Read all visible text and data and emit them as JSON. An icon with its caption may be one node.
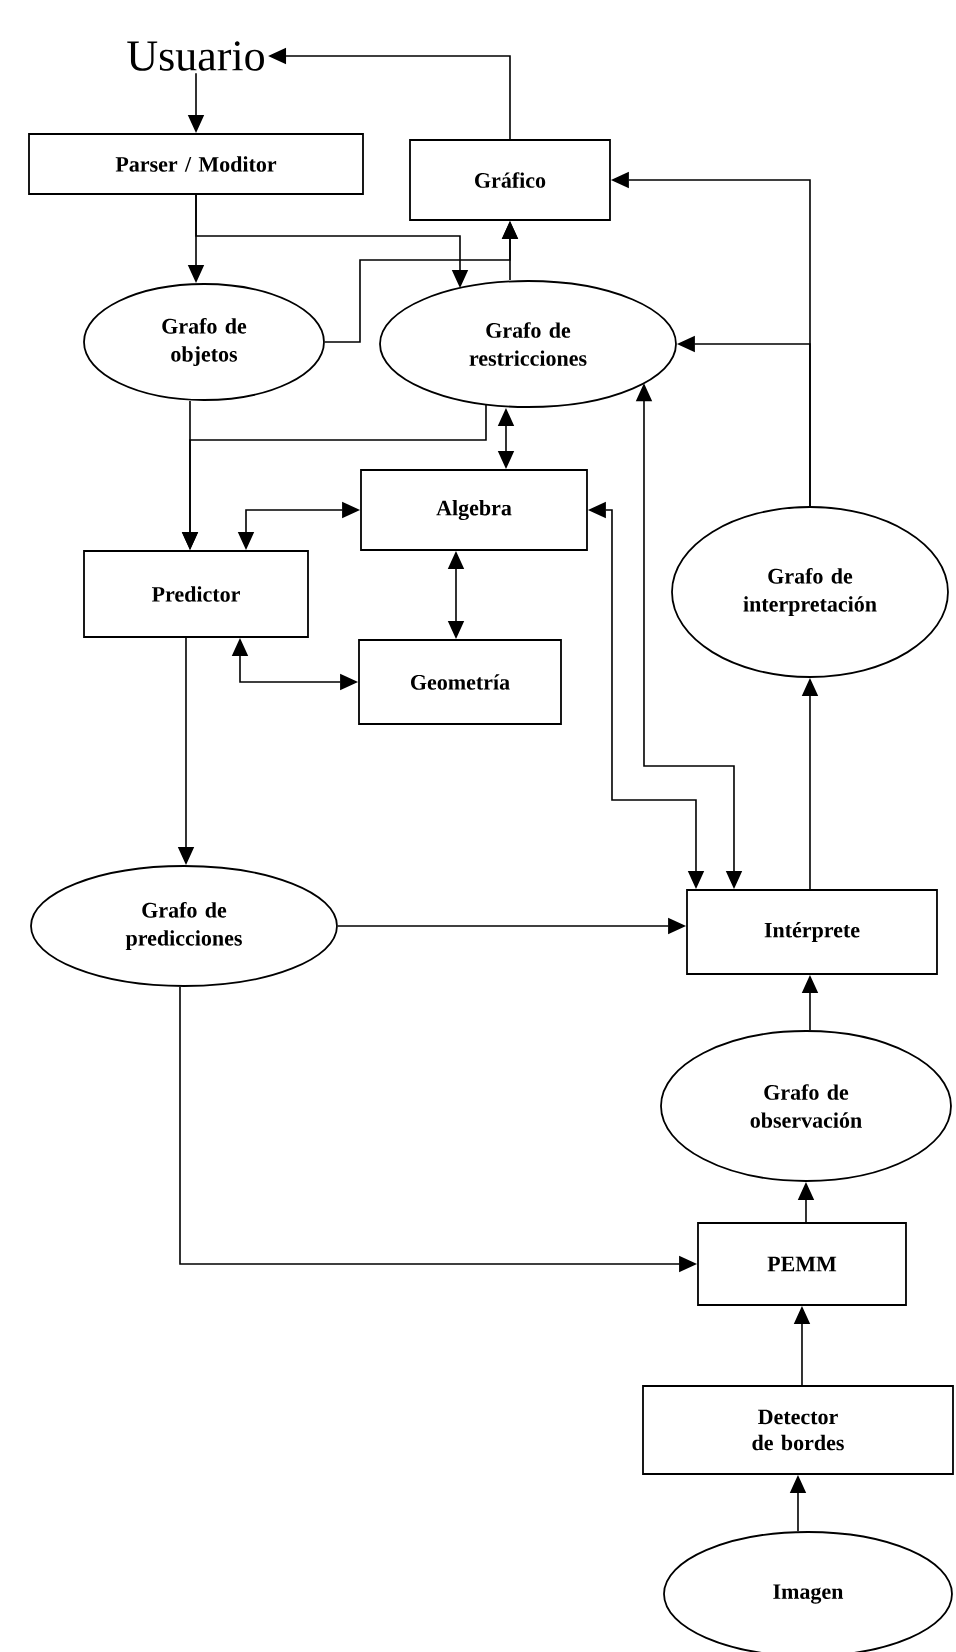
{
  "diagram": {
    "nodes": [
      {
        "text": [
          "Usuario"
        ]
      },
      {
        "text": [
          "Parser / Moditor"
        ]
      },
      {
        "text": [
          "Gráfico"
        ]
      },
      {
        "text": [
          "Grafo de objetos"
        ]
      },
      {
        "text": [
          "Grafo de restricciones"
        ]
      },
      {
        "text": [
          "Algebra"
        ]
      },
      {
        "text": [
          "Predictor"
        ]
      },
      {
        "text": [
          "Geometría"
        ]
      },
      {
        "text": [
          "Grafo de interpretación"
        ]
      },
      {
        "text": [
          "Grafo de predicciones"
        ]
      },
      {
        "text": [
          "Intérprete"
        ]
      },
      {
        "text": [
          "Grafo de observación"
        ]
      },
      {
        "text": [
          "PEMM"
        ]
      },
      {
        "text": [
          "Detector de bordes"
        ]
      },
      {
        "text": [
          "Imagen"
        ]
      }
    ],
    "edges": [
      {
        "from": 0,
        "to": 1,
        "arrow": "to"
      },
      {
        "from": 2,
        "to": 0,
        "arrow": "to"
      },
      {
        "from": 1,
        "to": 3,
        "arrow": "to"
      },
      {
        "from": 1,
        "to": 4,
        "arrow": "to"
      },
      {
        "from": 3,
        "to": 2,
        "arrow": "to"
      },
      {
        "from": 4,
        "to": 2,
        "arrow": "to"
      },
      {
        "from": 8,
        "to": 2,
        "arrow": "to"
      },
      {
        "from": 8,
        "to": 4,
        "arrow": "to"
      },
      {
        "from": 3,
        "to": 6,
        "arrow": "to"
      },
      {
        "from": 4,
        "to": 6,
        "arrow": "to"
      },
      {
        "from": 4,
        "to": 5,
        "arrow": "both"
      },
      {
        "from": 5,
        "to": 6,
        "arrow": "both"
      },
      {
        "from": 5,
        "to": 7,
        "arrow": "both"
      },
      {
        "from": 6,
        "to": 7,
        "arrow": "both"
      },
      {
        "from": 6,
        "to": 9,
        "arrow": "to"
      },
      {
        "from": 10,
        "to": 5,
        "arrow": "both"
      },
      {
        "from": 10,
        "to": 4,
        "arrow": "both"
      },
      {
        "from": 9,
        "to": 10,
        "arrow": "to"
      },
      {
        "from": 10,
        "to": 8,
        "arrow": "to"
      },
      {
        "from": 9,
        "to": 12,
        "arrow": "to"
      },
      {
        "from": 11,
        "to": 10,
        "arrow": "to"
      },
      {
        "from": 12,
        "to": 11,
        "arrow": "to"
      },
      {
        "from": 13,
        "to": 12,
        "arrow": "to"
      },
      {
        "from": 14,
        "to": 13,
        "arrow": "to"
      }
    ]
  }
}
